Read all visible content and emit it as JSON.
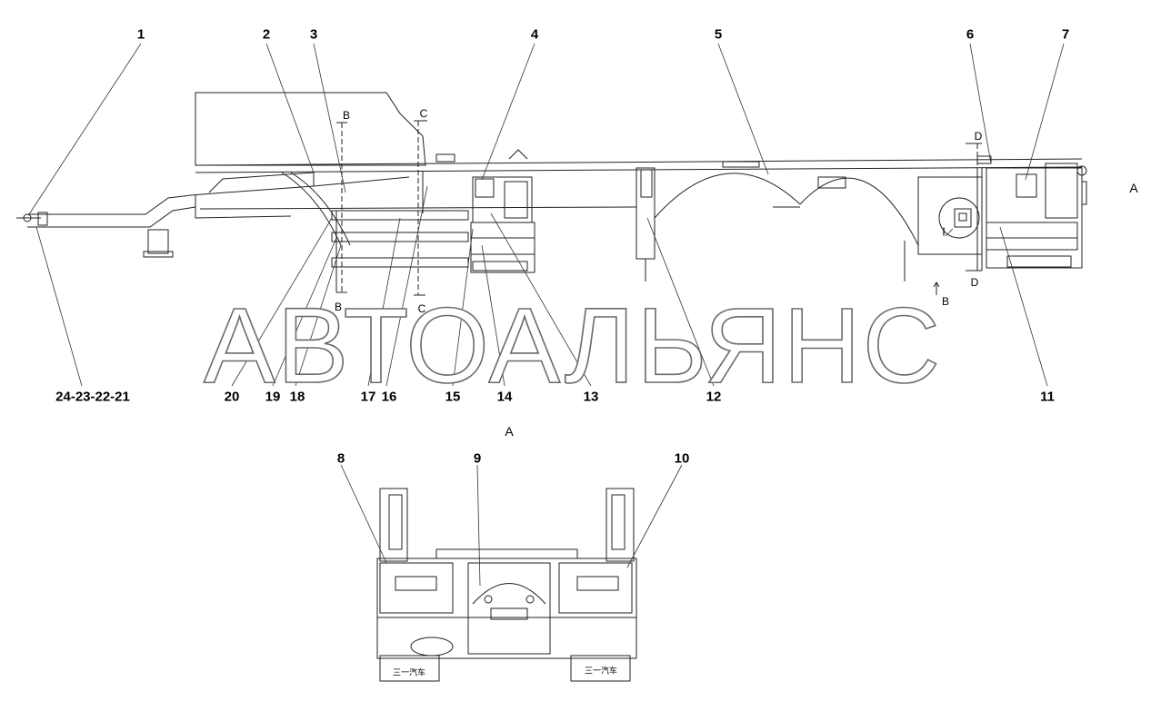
{
  "watermark": "АВТОАЛЬЯНС",
  "callouts": {
    "c1": "1",
    "c2": "2",
    "c3": "3",
    "c4": "4",
    "c5": "5",
    "c6": "6",
    "c7": "7",
    "c8": "8",
    "c9": "9",
    "c10": "10",
    "c11": "11",
    "c12": "12",
    "c13": "13",
    "c14": "14",
    "c15": "15",
    "c16": "16",
    "c17": "17",
    "c18": "18",
    "c19": "19",
    "c20": "20",
    "c24_21": "24-23-22-21"
  },
  "section_marks": {
    "b_top": "B",
    "b_bottom": "B",
    "b_arrow": "B",
    "c_top": "C",
    "c_bottom": "C",
    "d_top": "D",
    "d_bottom": "D",
    "a_side": "A",
    "view_a": "A",
    "detail_i": "I"
  },
  "plates": {
    "left": "三一汽车",
    "right": "三一汽车"
  },
  "colors": {
    "line": "#222222",
    "watermark_stroke": "#6a6a6a"
  }
}
